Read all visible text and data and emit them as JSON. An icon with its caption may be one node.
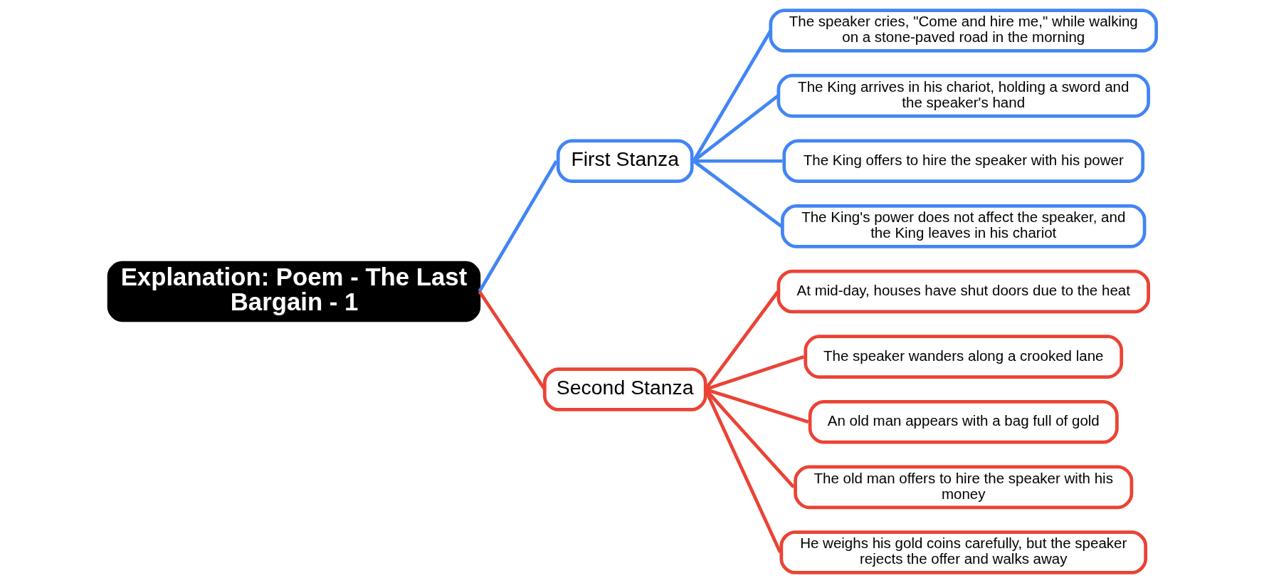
{
  "diagram": {
    "nodes": [
      {
        "text": [
          "Explanation: Poem - The Last Bargain - 1"
        ]
      },
      {
        "text": [
          "First Stanza"
        ]
      },
      {
        "text": [
          "The speaker cries, \"Come and hire me,\" while walking on a stone-paved road in the morning"
        ]
      },
      {
        "text": [
          "The King arrives in his chariot, holding a sword and the speaker's hand"
        ]
      },
      {
        "text": [
          "The King offers to hire the speaker with his power"
        ]
      },
      {
        "text": [
          "The King's power does not affect the speaker, and the King leaves in his chariot"
        ]
      },
      {
        "text": [
          "Second Stanza"
        ]
      },
      {
        "text": [
          "At mid-day, houses have shut doors due to the heat"
        ]
      },
      {
        "text": [
          "The speaker wanders along a crooked lane"
        ]
      },
      {
        "text": [
          "An old man appears with a bag full of gold"
        ]
      },
      {
        "text": [
          "The old man offers to hire the speaker with his money"
        ]
      },
      {
        "text": [
          "He weighs his gold coins carefully, but the speaker rejects the offer and walks away"
        ]
      }
    ],
    "edges": [
      {
        "from": 0,
        "to": 1,
        "arrow": "none",
        "color": "#4285f4"
      },
      {
        "from": 1,
        "to": 2,
        "arrow": "none",
        "color": "#4285f4"
      },
      {
        "from": 1,
        "to": 3,
        "arrow": "none",
        "color": "#4285f4"
      },
      {
        "from": 1,
        "to": 4,
        "arrow": "none",
        "color": "#4285f4"
      },
      {
        "from": 1,
        "to": 5,
        "arrow": "none",
        "color": "#4285f4"
      },
      {
        "from": 0,
        "to": 6,
        "arrow": "none",
        "color": "#ea4335"
      },
      {
        "from": 6,
        "to": 7,
        "arrow": "none",
        "color": "#ea4335"
      },
      {
        "from": 6,
        "to": 8,
        "arrow": "none",
        "color": "#ea4335"
      },
      {
        "from": 6,
        "to": 9,
        "arrow": "none",
        "color": "#ea4335"
      },
      {
        "from": 6,
        "to": 10,
        "arrow": "none",
        "color": "#ea4335"
      },
      {
        "from": 6,
        "to": 11,
        "arrow": "none",
        "color": "#ea4335"
      }
    ]
  }
}
